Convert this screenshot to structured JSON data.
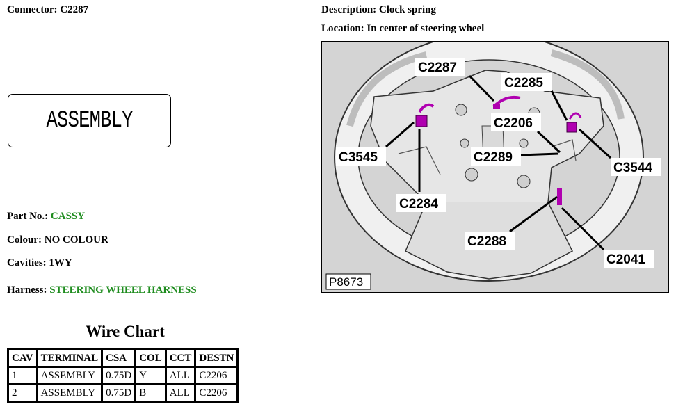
{
  "connector": {
    "label": "Connector:",
    "value": "C2287"
  },
  "description": {
    "label": "Description:",
    "value": "Clock spring"
  },
  "location": {
    "label": "Location:",
    "value": "In center of steering wheel"
  },
  "assembly_box_text": "ASSEMBLY",
  "part_no": {
    "label": "Part No.:",
    "value": "CASSY"
  },
  "colour": {
    "label": "Colour:",
    "value": "NO COLOUR"
  },
  "cavities": {
    "label": "Cavities:",
    "value": "1WY"
  },
  "harness": {
    "label": "Harness:",
    "value": "STEERING WHEEL HARNESS"
  },
  "wire_chart": {
    "title": "Wire Chart",
    "headers": [
      "CAV",
      "TERMINAL",
      "CSA",
      "COL",
      "CCT",
      "DESTN"
    ],
    "rows": [
      [
        "1",
        "ASSEMBLY",
        "0.75D",
        "Y",
        "ALL",
        "C2206"
      ],
      [
        "2",
        "ASSEMBLY",
        "0.75D",
        "B",
        "ALL",
        "C2206"
      ]
    ]
  },
  "diagram": {
    "picture_id": "P8673",
    "callouts": [
      "C2287",
      "C2285",
      "C2206",
      "C3545",
      "C2289",
      "C3544",
      "C2284",
      "C2288",
      "C2041"
    ],
    "highlight_color": "#b000b0"
  }
}
